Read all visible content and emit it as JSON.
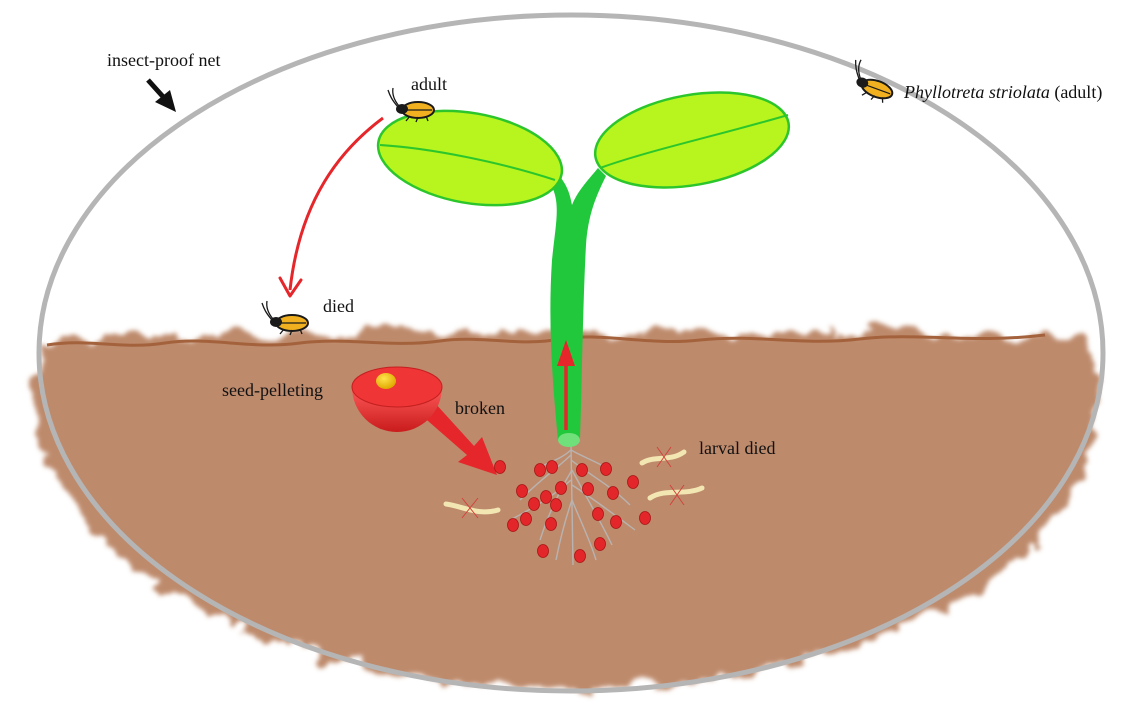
{
  "labels": {
    "net": "insect-proof net",
    "adult": "adult",
    "died": "died",
    "seed_pelleting": "seed-pelleting",
    "broken": "broken",
    "larval_died": "larval died",
    "legend_species": "Phyllotreta striolata",
    "legend_suffix": " (adult)"
  },
  "colors": {
    "net": "#b5b5b5",
    "soil": "#b9805f",
    "soil_line": "#a4623c",
    "arrow": "#e5262a",
    "stem": "#22c83c",
    "leaf": "#b8f51e",
    "leaf_edge": "#2cc62c",
    "pellet": "#e3262a",
    "core": "#f6c200",
    "larva": "#f2e7b3",
    "beetle_body": "#f0b020"
  }
}
